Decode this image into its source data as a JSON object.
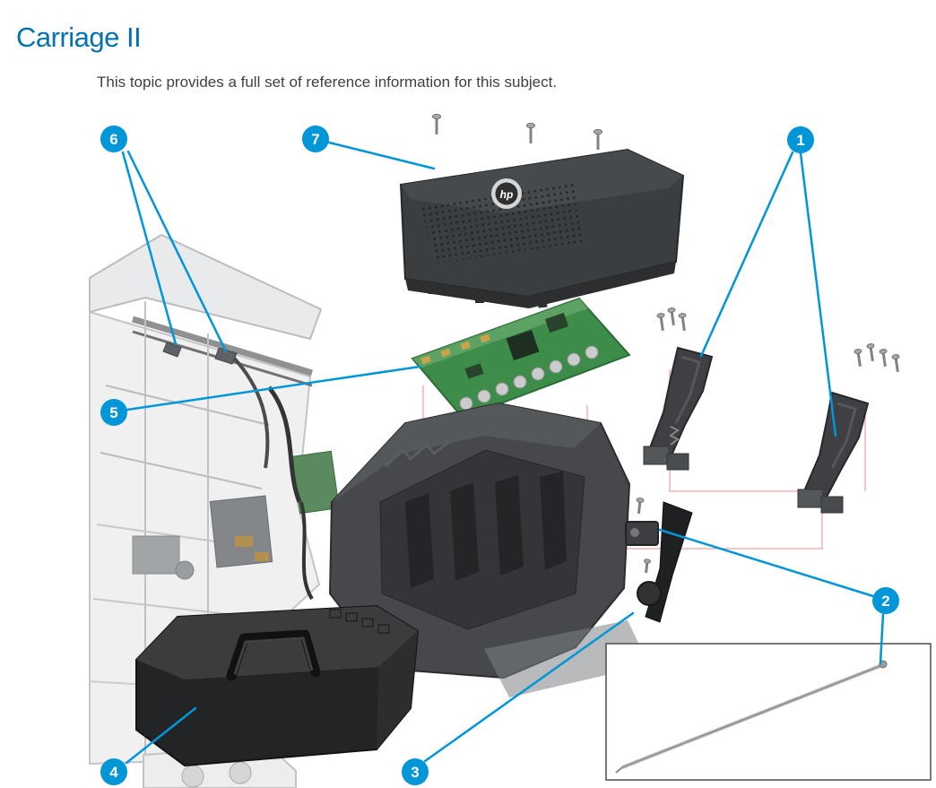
{
  "page": {
    "title": "Carriage II",
    "subtitle": "This topic provides a full set of reference information for this subject."
  },
  "diagram": {
    "hp_logo_text": "hp",
    "callouts": [
      {
        "number": "1"
      },
      {
        "number": "2"
      },
      {
        "number": "3"
      },
      {
        "number": "4"
      },
      {
        "number": "5"
      },
      {
        "number": "6"
      },
      {
        "number": "7"
      }
    ],
    "colors": {
      "title_blue": "#0272b1",
      "callout_blue": "#0096d8",
      "leader_line_blue": "#0096d8",
      "alignment_line_pink": "#f2a5a5"
    }
  }
}
